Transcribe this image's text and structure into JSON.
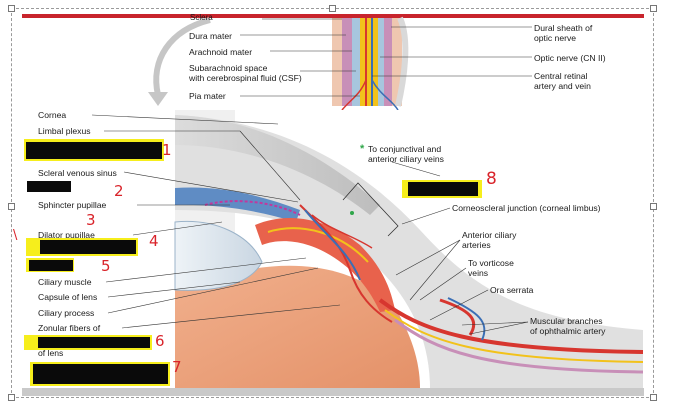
{
  "labels": {
    "sclera": "Sclera",
    "dura": "Dura mater",
    "arachnoid": "Arachnoid mater",
    "subarachnoid_1": "Subarachnoid space",
    "subarachnoid_2": "with cerebrospinal fluid (CSF)",
    "pia": "Pia mater",
    "dural_sheath_1": "Dural sheath of",
    "dural_sheath_2": "optic nerve",
    "optic_nerve": "Optic nerve (CN II)",
    "central_retinal_1": "Central retinal",
    "central_retinal_2": "artery and vein",
    "cornea": "Cornea",
    "limbal": "Limbal plexus",
    "scleral_venous": "Scleral venous sinus",
    "sphincter": "Sphincter pupillae",
    "dilator": "Dilator pupillae",
    "ciliary_muscle": "Ciliary muscle",
    "capsule": "Capsule of lens",
    "ciliary_process": "Ciliary process",
    "zonular": "Zonular fibers of",
    "of_lens": "of lens",
    "conj_1": "To conjunctival and",
    "conj_2": "anterior ciliary veins",
    "asterisk": "*",
    "corneoscleral": "Corneoscleral junction (corneal limbus)",
    "ant_ciliary_1": "Anterior ciliary",
    "ant_ciliary_2": "arteries",
    "vorticose_1": "To vorticose",
    "vorticose_2": "veins",
    "ora": "Ora serrata",
    "muscular_1": "Muscular branches",
    "muscular_2": "of ophthalmic artery"
  },
  "annotations": {
    "n1": "1",
    "n2": "2",
    "n3": "3",
    "n4": "4",
    "n5": "5",
    "n6": "6",
    "n7": "7",
    "n8": "8",
    "bracket": "\\"
  },
  "colors": {
    "highlight": "#f6ee1c",
    "redaction": "#0a0a0a",
    "annotation_red": "#d9232a",
    "artery": "#d7362f",
    "vein": "#3b6fb5",
    "nerve": "#f2c21b"
  }
}
